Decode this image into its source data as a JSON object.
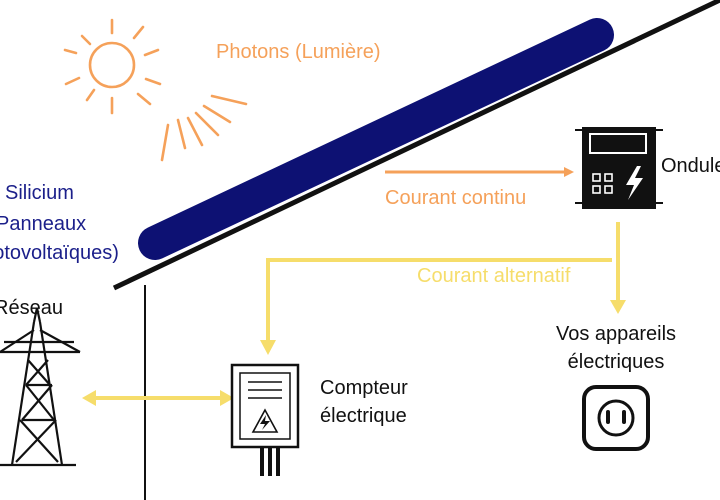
{
  "labels": {
    "photons": "Photons (Lumière)",
    "silicium": "Silicium",
    "panneaux": "Panneaux",
    "photovoltaiques": "photovoltaïques)",
    "onduleur": "Onduleur",
    "courant_continu": "Courant continu",
    "courant_alternatif": "Courant alternatif",
    "reseau": "Réseau",
    "appareils_line1": "Vos appareils",
    "appareils_line2": "électriques",
    "compteur_line1": "Compteur",
    "compteur_line2": "électrique"
  },
  "icons": {
    "sun": "sun-icon",
    "inverter": "inverter-icon",
    "meter": "electric-meter-icon",
    "pylon": "power-pylon-icon",
    "socket": "power-socket-icon"
  },
  "colors": {
    "orange": "#f5a15a",
    "yellow": "#f6dd6b",
    "navy": "#0d1173",
    "black": "#111111",
    "panel_text": "#1b1f8a"
  }
}
